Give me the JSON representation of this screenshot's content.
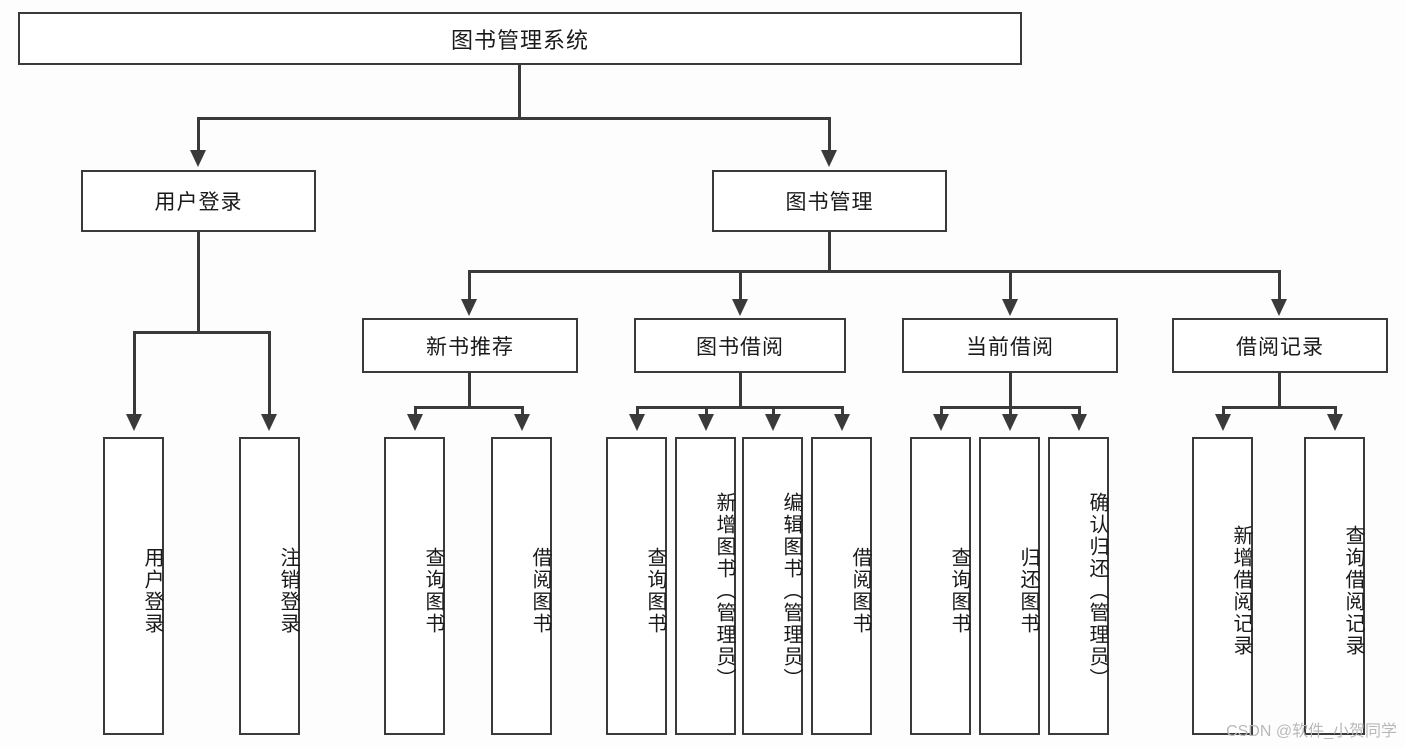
{
  "diagram": {
    "kind": "tree-hierarchy-chart",
    "root": {
      "label": "图书管理系统"
    },
    "level1": [
      {
        "label": "用户登录"
      },
      {
        "label": "图书管理"
      }
    ],
    "level2": [
      {
        "label": "新书推荐"
      },
      {
        "label": "图书借阅"
      },
      {
        "label": "当前借阅"
      },
      {
        "label": "借阅记录"
      }
    ],
    "leaves": {
      "user_login": [
        {
          "label": "用户登录"
        },
        {
          "label": "注销登录"
        }
      ],
      "new_book_recommend": [
        {
          "label": "查询图书"
        },
        {
          "label": "借阅图书"
        }
      ],
      "book_borrow": [
        {
          "label": "查询图书"
        },
        {
          "label": "新增图书（管理员）"
        },
        {
          "label": "编辑图书（管理员）"
        },
        {
          "label": "借阅图书"
        }
      ],
      "current_borrow": [
        {
          "label": "查询图书"
        },
        {
          "label": "归还图书"
        },
        {
          "label": "确认归还（管理员）"
        }
      ],
      "borrow_record": [
        {
          "label": "新增借阅记录"
        },
        {
          "label": "查询借阅记录"
        }
      ]
    }
  },
  "watermark": {
    "text": "CSDN @软件_小贺同学"
  },
  "colors": {
    "background": "#fdfdfd",
    "box_fill": "#ffffff",
    "stroke": "#3a3a3a",
    "text": "#1a1a1a",
    "watermark": "#b9b9b9"
  }
}
